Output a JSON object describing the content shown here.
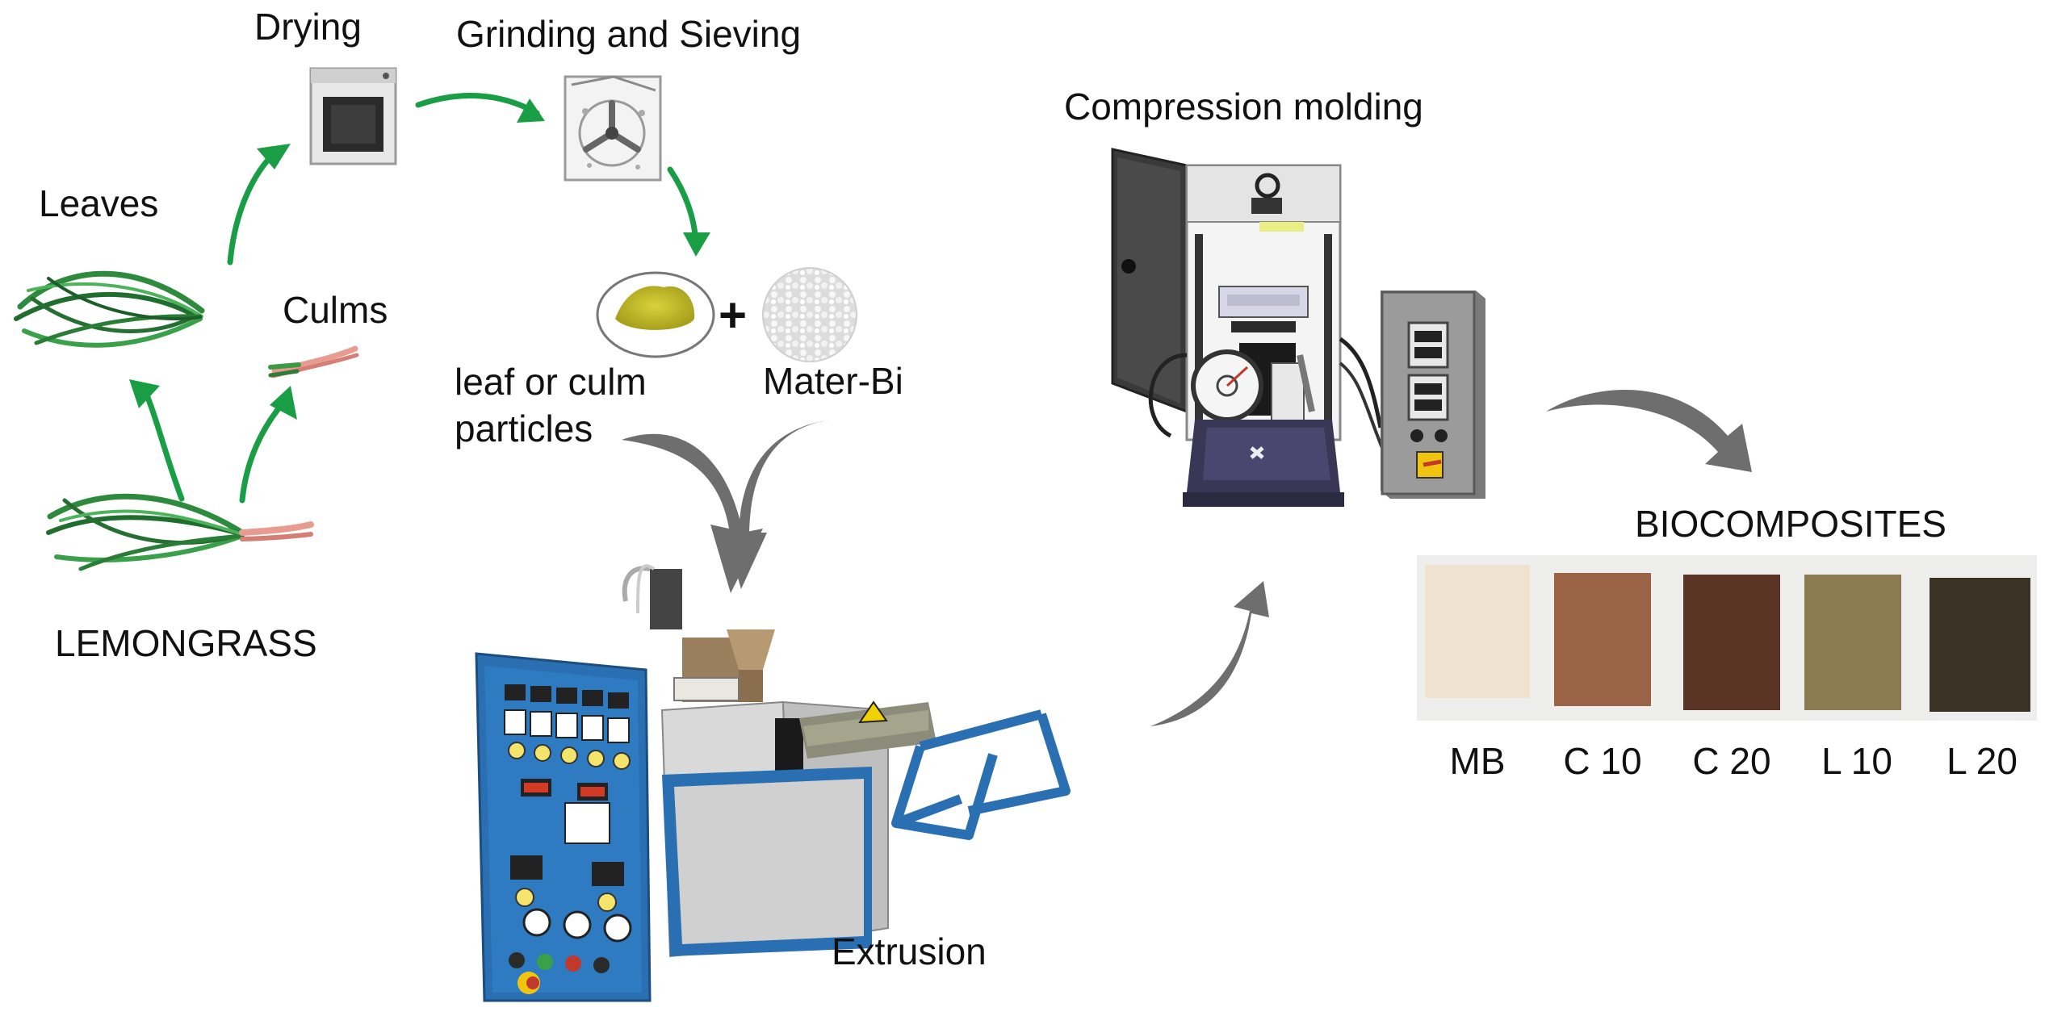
{
  "labels": {
    "drying": "Drying",
    "grinding": "Grinding and Sieving",
    "leaves": "Leaves",
    "culms": "Culms",
    "lemongrass": "LEMONGRASS",
    "particles": "leaf or culm particles",
    "plus": "+",
    "materbi": "Mater-Bi",
    "compression": "Compression molding",
    "extrusion": "Extrusion",
    "biocomposites": "BIOCOMPOSITES"
  },
  "samples": [
    {
      "label": "MB",
      "color": "#efe2cf"
    },
    {
      "label": "C 10",
      "color": "#9b6446"
    },
    {
      "label": "C 20",
      "color": "#5a3424"
    },
    {
      "label": "L 10",
      "color": "#8c7a50"
    },
    {
      "label": "L 20",
      "color": "#3b3226"
    }
  ],
  "colors": {
    "green_arrow": "#1a9e45",
    "grey_arrow": "#6e6e6e",
    "panel_blue": "#2b6fb3",
    "leaf_powder": "#c8c22a",
    "sample_background": "#eeeeec"
  },
  "icons": [
    "oven-icon",
    "grinder-icon",
    "leaves-icon",
    "culms-icon",
    "lemongrass-icon",
    "leaf-powder-icon",
    "materbi-pellets-icon",
    "extruder-icon",
    "compression-press-icon",
    "control-box-icon"
  ]
}
